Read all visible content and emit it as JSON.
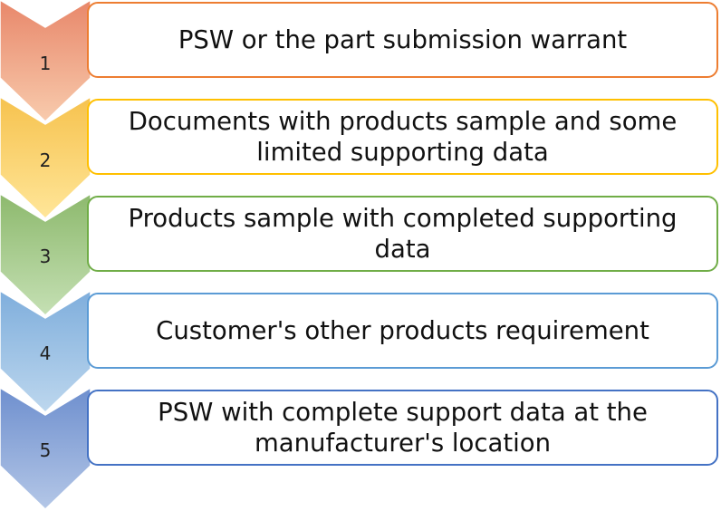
{
  "steps": [
    {
      "number": "1",
      "text": "PSW or the part submission warrant",
      "color": "#ED7D31",
      "fill_light": "#F8CBAD",
      "fill_dark": "#E8876A"
    },
    {
      "number": "2",
      "text": "Documents with products sample and some limited supporting data",
      "color": "#FFC000",
      "fill_light": "#FFE699",
      "fill_dark": "#F6C24E"
    },
    {
      "number": "3",
      "text": "Products sample with completed supporting data",
      "color": "#70AD47",
      "fill_light": "#C5E0B4",
      "fill_dark": "#8DB96D"
    },
    {
      "number": "4",
      "text": "Customer's other products requirement",
      "color": "#5B9BD5",
      "fill_light": "#BDD7EE",
      "fill_dark": "#7FAEDC"
    },
    {
      "number": "5",
      "text": "PSW with complete support data at the manufacturer's location",
      "color": "#4472C4",
      "fill_light": "#B4C7E7",
      "fill_dark": "#6E8FCE"
    }
  ]
}
